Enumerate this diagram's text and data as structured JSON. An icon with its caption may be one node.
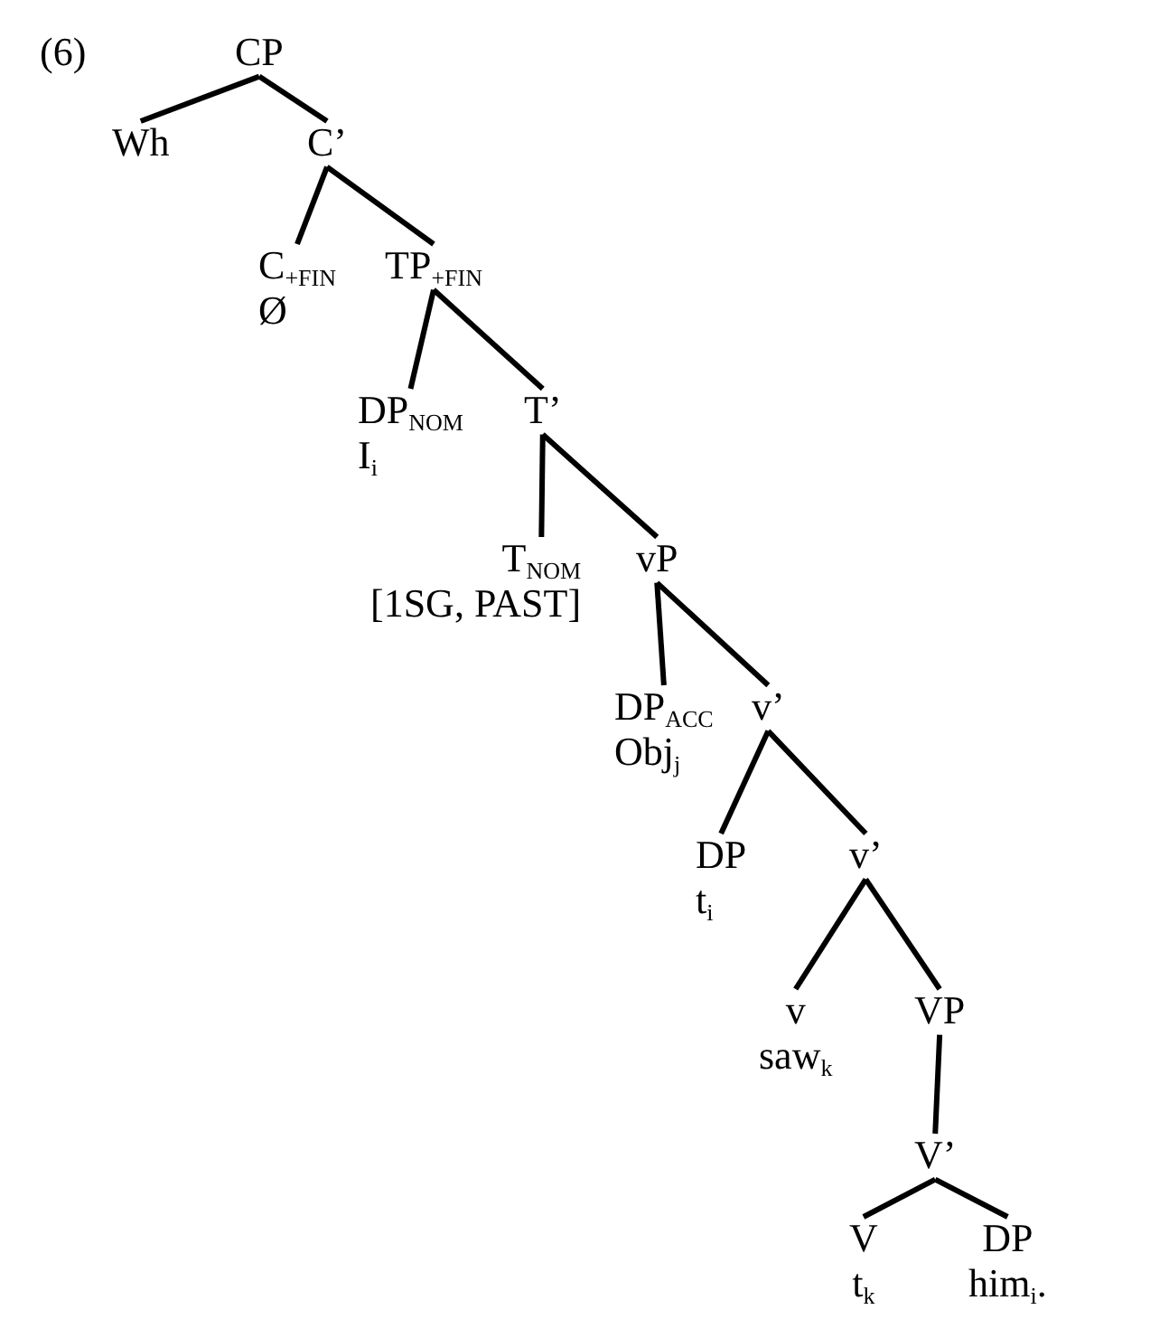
{
  "diagram": {
    "nodes": [
      {
        "text": [
          "CP"
        ]
      },
      {
        "text": [
          "Wh"
        ]
      },
      {
        "text": [
          "C’"
        ]
      },
      {
        "text": [
          "C$_{+FIN}$",
          "Ø"
        ]
      },
      {
        "text": [
          "TP$_{+FIN}$"
        ]
      },
      {
        "text": [
          "DP$_{NOM}$",
          "I$_{i}$"
        ]
      },
      {
        "text": [
          "T’"
        ]
      },
      {
        "text": [
          "T$_{NOM}$",
          "[1SG, PAST]"
        ]
      },
      {
        "text": [
          "vP"
        ]
      },
      {
        "text": [
          "DP$_{ACC}$",
          "Obj$_{j}$"
        ]
      },
      {
        "text": [
          "v’"
        ]
      },
      {
        "text": [
          "DP",
          "t$_{i}$"
        ]
      },
      {
        "text": [
          "v’"
        ]
      },
      {
        "text": [
          "v",
          "saw$_{k}$"
        ]
      },
      {
        "text": [
          "VP"
        ]
      },
      {
        "text": [
          "V’"
        ]
      },
      {
        "text": [
          "V",
          "t$_{k}$"
        ]
      },
      {
        "text": [
          "DP",
          "him$_{i}$."
        ]
      }
    ],
    "edges": [
      {
        "from": 0,
        "to": 1,
        "arrow": "none"
      },
      {
        "from": 0,
        "to": 2,
        "arrow": "none"
      },
      {
        "from": 2,
        "to": 3,
        "arrow": "none"
      },
      {
        "from": 2,
        "to": 4,
        "arrow": "none"
      },
      {
        "from": 4,
        "to": 5,
        "arrow": "none"
      },
      {
        "from": 4,
        "to": 6,
        "arrow": "none"
      },
      {
        "from": 6,
        "to": 7,
        "arrow": "none"
      },
      {
        "from": 6,
        "to": 8,
        "arrow": "none"
      },
      {
        "from": 8,
        "to": 9,
        "arrow": "none"
      },
      {
        "from": 8,
        "to": 10,
        "arrow": "none"
      },
      {
        "from": 10,
        "to": 11,
        "arrow": "none"
      },
      {
        "from": 10,
        "to": 12,
        "arrow": "none"
      },
      {
        "from": 12,
        "to": 13,
        "arrow": "none"
      },
      {
        "from": 12,
        "to": 14,
        "arrow": "none"
      },
      {
        "from": 14,
        "to": 15,
        "arrow": "none"
      },
      {
        "from": 15,
        "to": 16,
        "arrow": "none"
      },
      {
        "from": 15,
        "to": 17,
        "arrow": "none"
      }
    ],
    "labels": [
      "(6)"
    ]
  }
}
